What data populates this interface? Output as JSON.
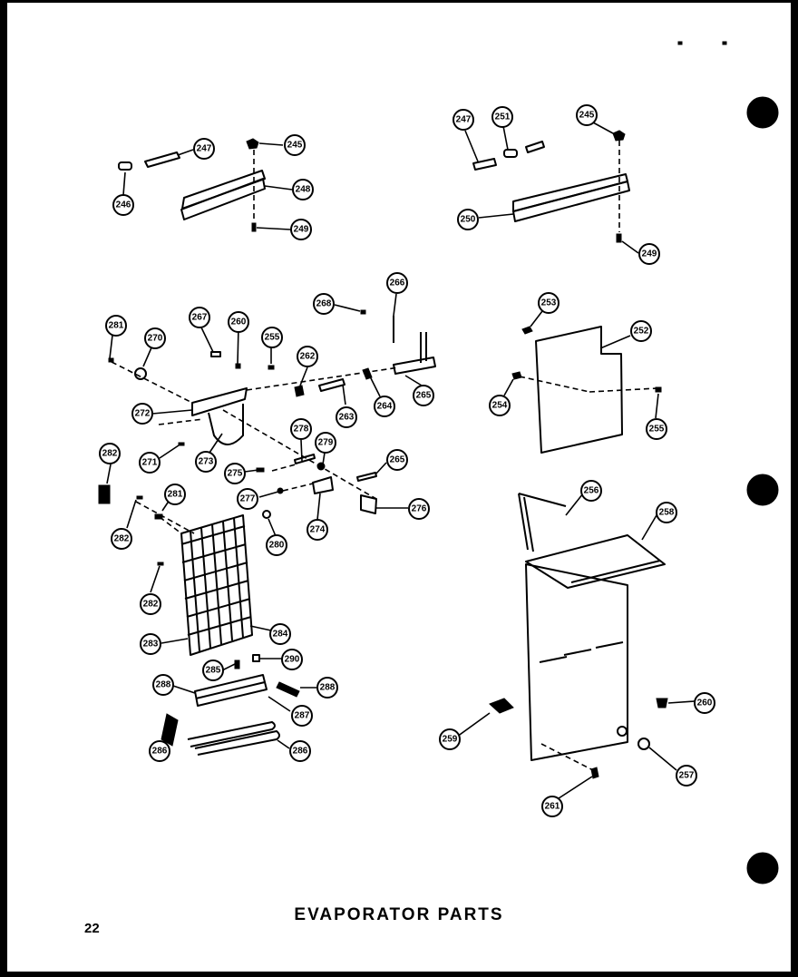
{
  "title": "EVAPORATOR PARTS",
  "page_number": "22",
  "callouts": {
    "c245a": "245",
    "c246": "246",
    "c247a": "247",
    "c248": "248",
    "c249a": "249",
    "c247b": "247",
    "c251": "251",
    "c245b": "245",
    "c250": "250",
    "c249b": "249",
    "c266": "266",
    "c268": "268",
    "c281a": "281",
    "c270": "270",
    "c267": "267",
    "c260": "260",
    "c255a": "255",
    "c262": "262",
    "c263": "263",
    "c264": "264",
    "c265a": "265",
    "c272": "272",
    "c273": "273",
    "c271": "271",
    "c278": "278",
    "c279": "279",
    "c265b": "265",
    "c275": "275",
    "c277": "277",
    "c274": "274",
    "c276": "276",
    "c280": "280",
    "c282a": "282",
    "c281b": "281",
    "c282b": "282",
    "c282c": "282",
    "c283": "283",
    "c284": "284",
    "c285": "285",
    "c290": "290",
    "c288a": "288",
    "c288b": "288",
    "c287": "287",
    "c286a": "286",
    "c286b": "286",
    "c253": "253",
    "c252": "252",
    "c254": "254",
    "c255b": "255",
    "c256": "256",
    "c258": "258",
    "c260b": "260",
    "c259": "259",
    "c257": "257",
    "c261": "261"
  },
  "punch_holes": 3
}
